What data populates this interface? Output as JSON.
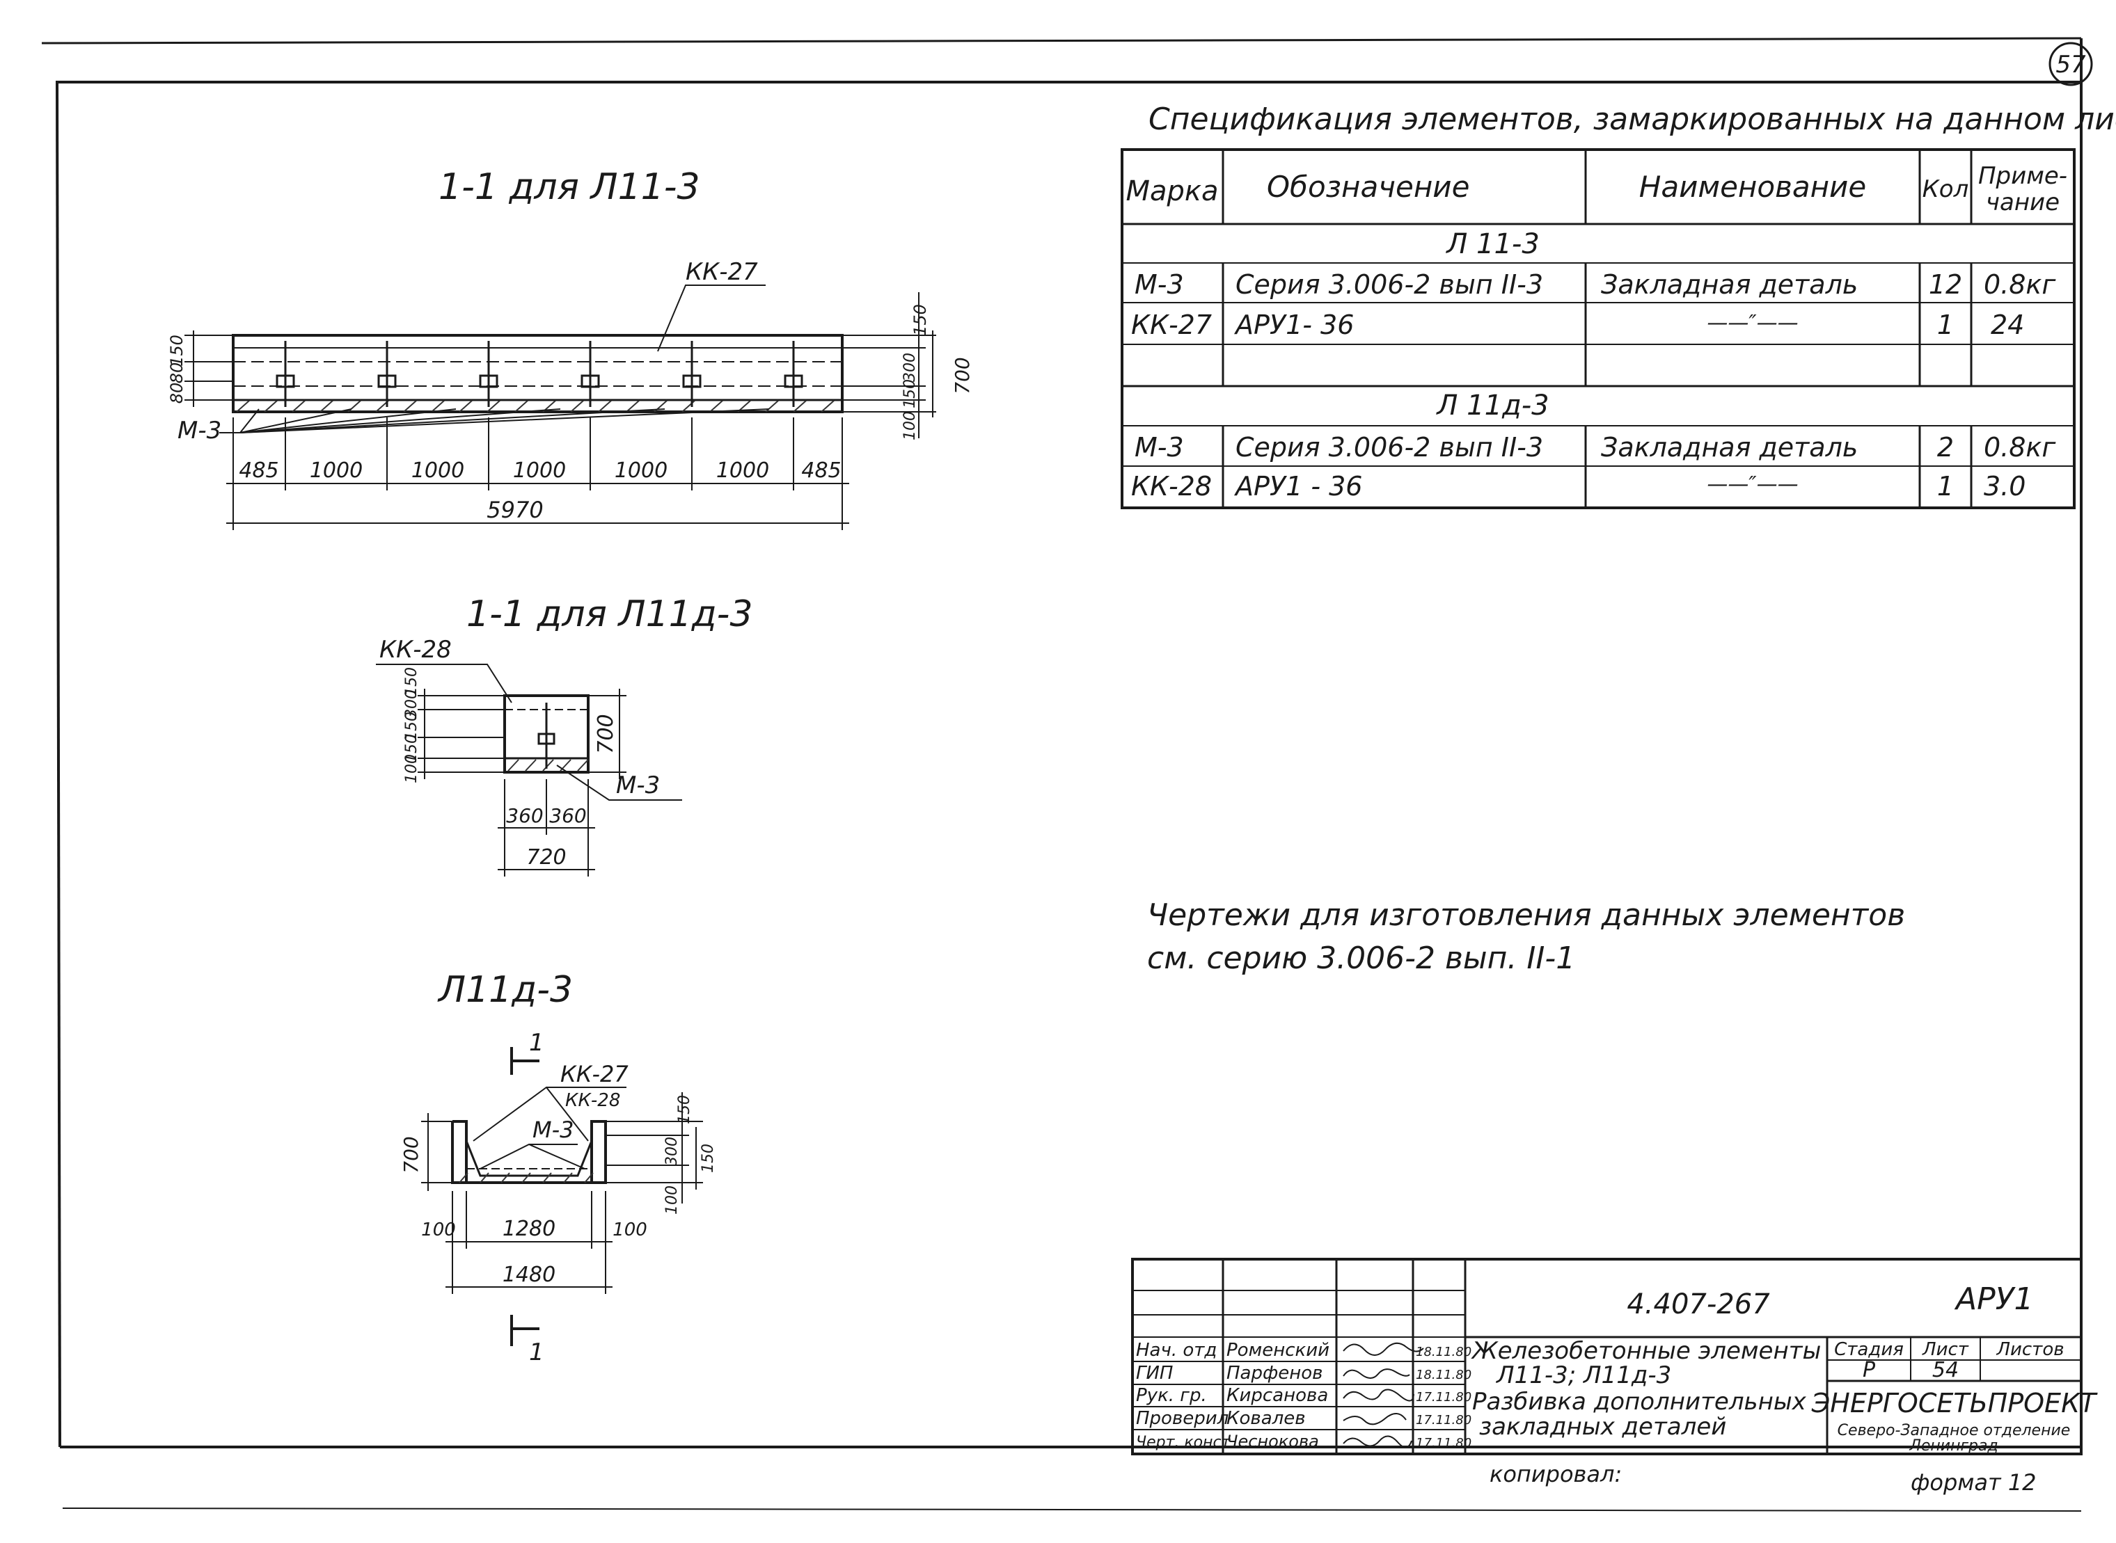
{
  "sheet_number": "57",
  "spec": {
    "title": "Спецификация элементов, замаркированных на данном листе",
    "headers": [
      "Марка",
      "Обозначение",
      "Наименование",
      "Кол",
      "Приме-",
      "чание"
    ],
    "groups": [
      {
        "label": "Л 11-3",
        "rows": [
          [
            "М-3",
            "Серия   3.006-2  вып II-3",
            "Закладная   деталь",
            "12",
            "0.8кг"
          ],
          [
            "КК-27",
            "АРУ1- 36",
            "——″——",
            "1",
            "24"
          ],
          [
            "",
            "",
            "",
            "",
            ""
          ]
        ]
      },
      {
        "label": "Л 11д-3",
        "rows": [
          [
            "М-3",
            "Серия   3.006-2  вып II-3",
            "Закладная   деталь",
            "2",
            "0.8кг"
          ],
          [
            "КК-28",
            "АРУ1 - 36",
            "——″——",
            "1",
            "3.0"
          ]
        ]
      }
    ]
  },
  "drawings": {
    "d1": {
      "title": "1-1  для  Л11-3",
      "callout_kk": "КК-27",
      "callout_m": "М-3",
      "dims_bottom": [
        "485",
        "1000",
        "1000",
        "1000",
        "1000",
        "1000",
        "485"
      ],
      "total": "5970",
      "dims_left": [
        "150",
        "80",
        "80"
      ],
      "dims_right": [
        "150",
        "300",
        "150",
        "100"
      ],
      "height": "700"
    },
    "d2": {
      "title": "1-1  для  Л11д-3",
      "callout_kk": "КК-28",
      "callout_m": "М-3",
      "dims_bottom": [
        "360",
        "360"
      ],
      "total": "720",
      "dims_left": [
        "100",
        "150",
        "150",
        "300",
        "150"
      ],
      "height": "700"
    },
    "d3": {
      "title": "Л11д-3",
      "section_mark": "1",
      "callout_1": "КК-27",
      "callout_2": "КК-28",
      "callout_m": "М-3",
      "height_left": "700",
      "dims_right": [
        "150",
        "300",
        "150",
        "100"
      ],
      "dims_bottom": [
        "100",
        "1280",
        "100"
      ],
      "total": "1480"
    }
  },
  "note": {
    "line1": "Чертежи для изготовления данных элементов",
    "line2": "см. серию 3.006-2  вып. II-1"
  },
  "title_block": {
    "doc_code": "4.407-267",
    "code": "АРУ1",
    "roles": [
      "Нач. отд",
      "ГИП",
      "Рук. гр.",
      "Проверил",
      "Черт. конст"
    ],
    "names": [
      "Роменский",
      "Парфенов",
      "Кирсанова",
      "Ковалев",
      "Чеснокова"
    ],
    "dates": [
      "18.11.80",
      "18.11.80",
      "17.11.80",
      "17.11.80",
      "17.11.80"
    ],
    "description_1": "Железобетонные элементы",
    "description_2": "Л11-3;  Л11д-3",
    "description_3": "Разбивка дополнительных",
    "description_4": "закладных деталей",
    "stage_h": "Стадия",
    "sheet_h": "Лист",
    "sheets_h": "Листов",
    "stage": "Р",
    "sheet": "54",
    "org": "ЭНЕРГОСЕТЬПРОЕКТ",
    "org_sub": "Северо-Западное отделение",
    "city": "Ленинград"
  },
  "footer": {
    "copied": "копировал:",
    "format": "формат 12"
  }
}
